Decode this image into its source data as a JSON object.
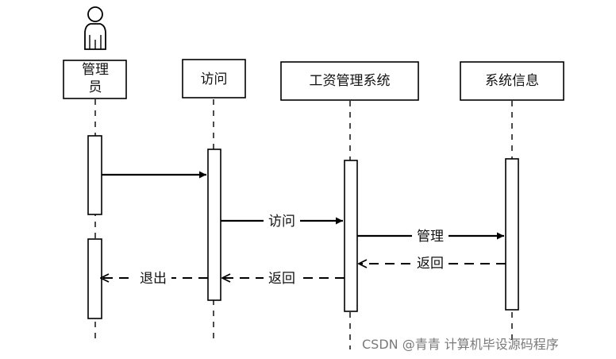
{
  "participants": [
    {
      "id": "admin",
      "name": "管理员",
      "actor": true
    },
    {
      "id": "access",
      "name": "访问"
    },
    {
      "id": "salary",
      "name": "工资管理系统"
    },
    {
      "id": "info",
      "name": "系统信息"
    }
  ],
  "messages": [
    {
      "from": "admin",
      "to": "access",
      "label": "",
      "style": "solid"
    },
    {
      "from": "access",
      "to": "salary",
      "label": "访问",
      "style": "solid"
    },
    {
      "from": "salary",
      "to": "info",
      "label": "管理",
      "style": "solid"
    },
    {
      "from": "info",
      "to": "salary",
      "label": "返回",
      "style": "dashed"
    },
    {
      "from": "salary",
      "to": "access",
      "label": "返回",
      "style": "dashed"
    },
    {
      "from": "access",
      "to": "admin",
      "label": "退出",
      "style": "dashed"
    }
  ],
  "watermark": "CSDN @青青  计算机毕设源码程序"
}
